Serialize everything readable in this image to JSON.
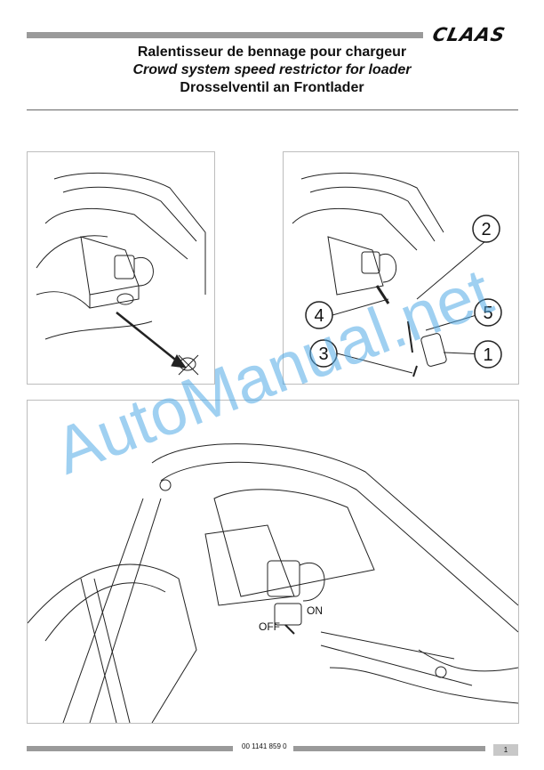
{
  "header": {
    "brand": "CLAAS",
    "title_fr": "Ralentisseur de bennage pour chargeur",
    "title_en": "Crowd system speed restrictor for loader",
    "title_de": "Drosselventil an Frontlader"
  },
  "figure2": {
    "callouts": [
      "2",
      "4",
      "5",
      "3",
      "1"
    ]
  },
  "figure3": {
    "label_on": "ON",
    "label_off": "OFF"
  },
  "footer": {
    "doc_number": "00 1141 859 0",
    "page": "1"
  },
  "watermark": "AutoManual.net",
  "colors": {
    "bar_gray": "#9a9a9a",
    "watermark_blue": "#50aae6"
  }
}
